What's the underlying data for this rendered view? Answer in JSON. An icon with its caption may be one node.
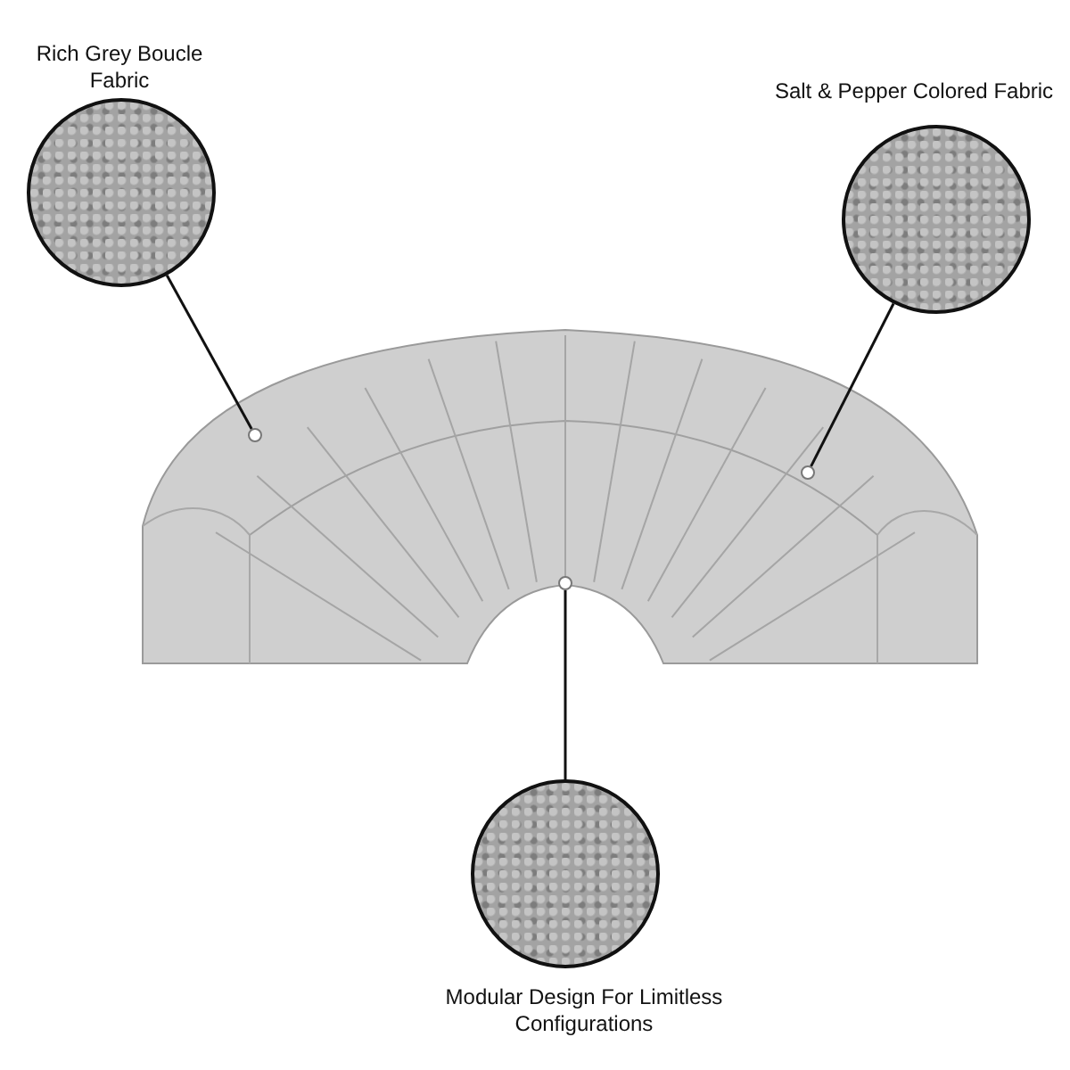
{
  "diagram": {
    "nodes": [
      {
        "text": [
          "Rich Grey Boucle Fabric"
        ]
      },
      {
        "text": [
          "Salt & Pepper Colored Fabric"
        ]
      },
      {
        "text": [],
        "shape": "picture"
      },
      {
        "text": [],
        "shape": "circle",
        "in": 2
      },
      {
        "text": [],
        "shape": "circle",
        "in": 2
      },
      {
        "text": [],
        "shape": "circle",
        "in": 2
      },
      {
        "text": [
          "Modular Design For Limitless Configurations"
        ]
      }
    ],
    "edges": [
      {
        "from": 0,
        "to": 3,
        "arrow": "none"
      },
      {
        "from": 1,
        "to": 4,
        "arrow": "none"
      },
      {
        "from": 6,
        "to": 5,
        "arrow": "none"
      }
    ]
  }
}
